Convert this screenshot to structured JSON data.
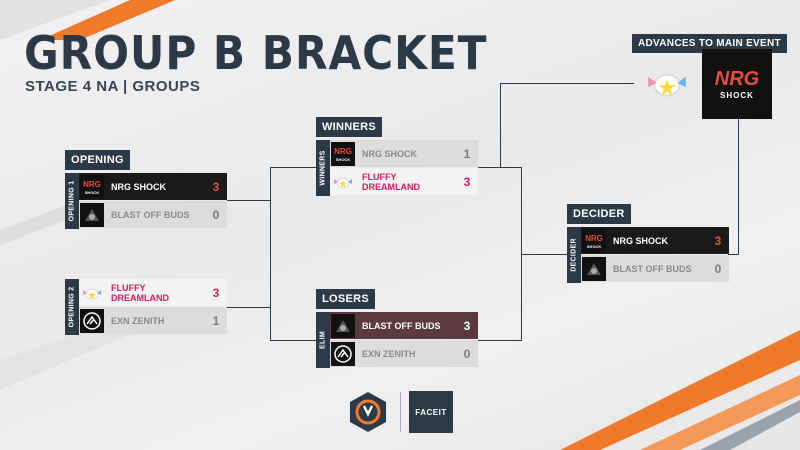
{
  "header": {
    "title": "GROUP B BRACKET",
    "subtitle": "STAGE 4 NA | GROUPS"
  },
  "sections": {
    "opening": "OPENING",
    "winners": "WINNERS",
    "losers": "LOSERS",
    "decider": "DECIDER",
    "advances": "ADVANCES TO MAIN EVENT"
  },
  "matches": {
    "opening1": {
      "side_label": "OPENING 1",
      "team1": {
        "name": "NRG SHOCK",
        "score": "3"
      },
      "team2": {
        "name": "BLAST OFF BUDS",
        "score": "0"
      }
    },
    "opening2": {
      "side_label": "OPENING 2",
      "team1": {
        "name": "FLUFFY DREAMLAND",
        "score": "3"
      },
      "team2": {
        "name": "EXN ZENITH",
        "score": "1"
      }
    },
    "winners": {
      "side_label": "WINNERS",
      "team1": {
        "name": "NRG SHOCK",
        "score": "1"
      },
      "team2": {
        "name": "FLUFFY DREAMLAND",
        "score": "3"
      }
    },
    "elim": {
      "side_label": "ELIM",
      "team1": {
        "name": "BLAST OFF BUDS",
        "score": "3"
      },
      "team2": {
        "name": "EXN ZENITH",
        "score": "0"
      }
    },
    "decider": {
      "side_label": "DECIDER",
      "team1": {
        "name": "NRG SHOCK",
        "score": "3"
      },
      "team2": {
        "name": "BLAST OFF BUDS",
        "score": "0"
      }
    }
  },
  "logos": {
    "nrg_text": "NRG",
    "nrg_sub": "SHOCK",
    "faceit": "FACEIT"
  },
  "colors": {
    "navy": "#2c3a47",
    "nrg_red": "#e74c3c",
    "fluffy_pink": "#d81b60",
    "orange": "#f07a2a"
  },
  "icons": [
    "nrg-shock-logo",
    "blast-off-buds-logo",
    "fluffy-dreamland-logo",
    "exn-zenith-logo",
    "overwatch-champions-logo",
    "faceit-logo"
  ]
}
